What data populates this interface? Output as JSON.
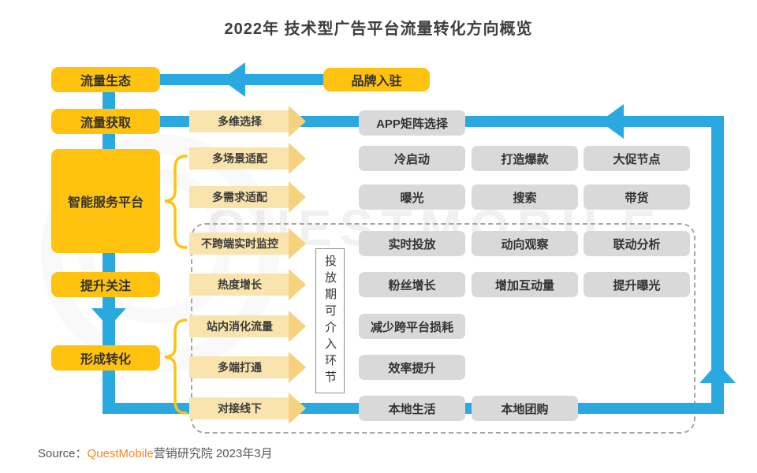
{
  "title": "2022年 技术型广告平台流量转化方向概览",
  "watermark_text": "QUESTMOBILE",
  "left_nodes": [
    "流量生态",
    "流量获取",
    "智能服务平台",
    "提升关注",
    "形成转化"
  ],
  "brand_box": "品牌入驻",
  "flow_arrows": [
    "多维选择",
    "多场景适配",
    "多需求适配",
    "不跨端实时监控",
    "热度增长",
    "站内消化流量",
    "多端打通",
    "对接线下"
  ],
  "grid_rows": [
    [
      "APP矩阵选择"
    ],
    [
      "冷启动",
      "打造爆款",
      "大促节点"
    ],
    [
      "曝光",
      "搜索",
      "带货"
    ],
    [
      "实时投放",
      "动向观察",
      "联动分析"
    ],
    [
      "粉丝增长",
      "增加互动量",
      "提升曝光"
    ],
    [
      "减少跨平台损耗"
    ],
    [
      "效率提升"
    ],
    [
      "本地生活",
      "本地团购"
    ]
  ],
  "vertical_note": "投放期可介入环节",
  "source": {
    "prefix": "Source：",
    "brand": "QuestMobile",
    "suffix": "营销研究院 2023年3月"
  },
  "colors": {
    "yellow": "#FFC20E",
    "blue": "#29A9E0",
    "cream_body": "#F9E4AE",
    "cream_head": "#F7D27E",
    "gray_box": "#D9D9D9",
    "orange": "#F5891D"
  }
}
